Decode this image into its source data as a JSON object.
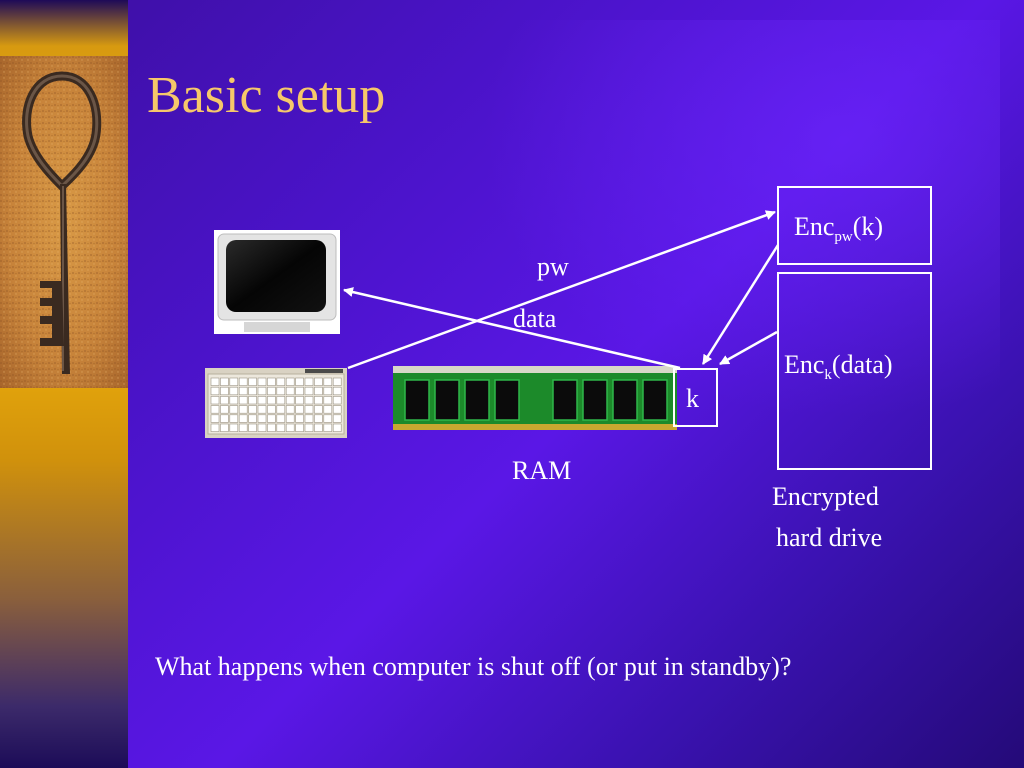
{
  "slide": {
    "title": "Basic setup",
    "labels": {
      "pw": "pw",
      "data": "data",
      "ram": "RAM",
      "k": "k",
      "enc_pw_k": {
        "main": "Enc",
        "sub": "pw",
        "arg": "(k)"
      },
      "enc_k_data": {
        "main": "Enc",
        "sub": "k",
        "arg": "(data)"
      },
      "drive_caption_line1": "Encrypted",
      "drive_caption_line2": "hard drive"
    },
    "question": "What happens when computer is shut off (or put in standby)?"
  },
  "colors": {
    "background": "#4a13c8",
    "title": "#f6c86a",
    "text": "#ffffff",
    "sidebar": "#f2b40c"
  },
  "icons": [
    "key-icon",
    "monitor-icon",
    "keyboard-icon",
    "ram-module-icon"
  ]
}
